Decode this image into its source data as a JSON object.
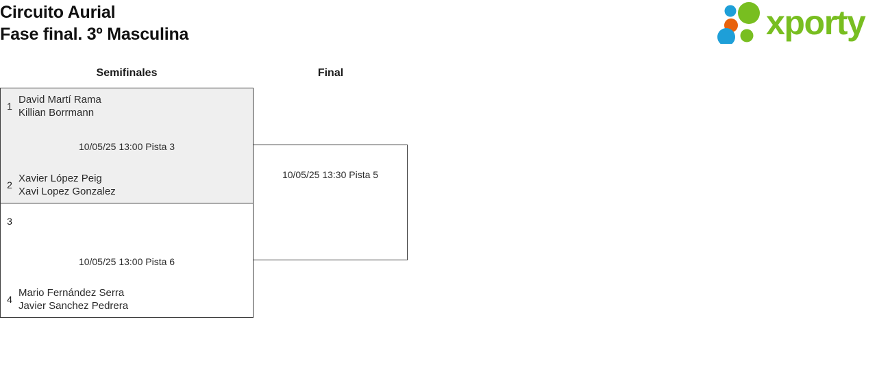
{
  "header": {
    "title": "Circuito Aurial",
    "subtitle": "Fase final. 3º Masculina",
    "logo": {
      "wordmark": "xporty",
      "wordmark_color": "#78be20",
      "dot_colors": [
        "#1e9fd8",
        "#e8620c",
        "#78be20"
      ]
    }
  },
  "bracket": {
    "rounds": [
      {
        "name": "semifinales",
        "label": "Semifinales"
      },
      {
        "name": "final",
        "label": "Final"
      }
    ],
    "matches": [
      {
        "id": "semi-1",
        "round": "Semifinales",
        "highlighted": true,
        "info": "10/05/25 13:00 Pista 3",
        "slots": [
          {
            "seed": "1",
            "players": [
              "David Martí Rama",
              "Killian Borrmann"
            ]
          },
          {
            "seed": "2",
            "players": [
              "Xavier López Peig",
              "Xavi Lopez Gonzalez"
            ]
          }
        ]
      },
      {
        "id": "semi-2",
        "round": "Semifinales",
        "highlighted": false,
        "info": "10/05/25 13:00 Pista 6",
        "slots": [
          {
            "seed": "3",
            "players": [
              "",
              ""
            ]
          },
          {
            "seed": "4",
            "players": [
              "Mario Fernández Serra",
              "Javier Sanchez Pedrera"
            ]
          }
        ]
      },
      {
        "id": "final-1",
        "round": "Final",
        "highlighted": false,
        "info": "10/05/25 13:30 Pista 5",
        "slots": [
          {
            "seed": "",
            "players": [
              "",
              ""
            ]
          },
          {
            "seed": "",
            "players": [
              "",
              ""
            ]
          }
        ]
      }
    ]
  }
}
